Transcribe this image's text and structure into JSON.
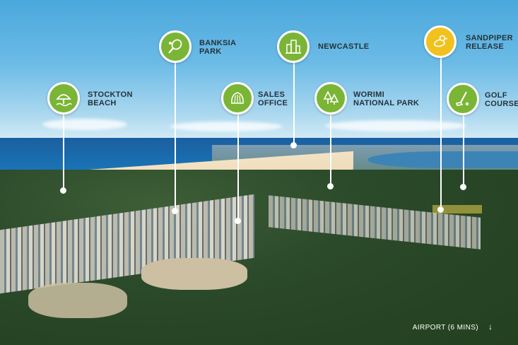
{
  "pins": {
    "stockton": {
      "label": "STOCKTON\nBEACH",
      "icon": "beach-umbrella-icon",
      "color": "#7bb535"
    },
    "banksia": {
      "label": "BANKSIA\nPARK",
      "icon": "tennis-racket-icon",
      "color": "#7bb535"
    },
    "newcastle": {
      "label": "NEWCASTLE",
      "icon": "city-buildings-icon",
      "color": "#7bb535"
    },
    "sales": {
      "label": "SALES\nOFFICE",
      "icon": "shell-icon",
      "color": "#7bb535"
    },
    "worimi": {
      "label": "WORIMI\nNATIONAL PARK",
      "icon": "trees-icon",
      "color": "#7bb535"
    },
    "sandpiper": {
      "label": "SANDPIPER\nRELEASE",
      "icon": "bird-icon",
      "color": "#f1c21e"
    },
    "golf": {
      "label": "GOLF\nCOURSE",
      "icon": "golf-club-icon",
      "color": "#7bb535"
    }
  },
  "airport": {
    "label": "AIRPORT (6 MINS)",
    "icon": "arrow-down-icon"
  }
}
